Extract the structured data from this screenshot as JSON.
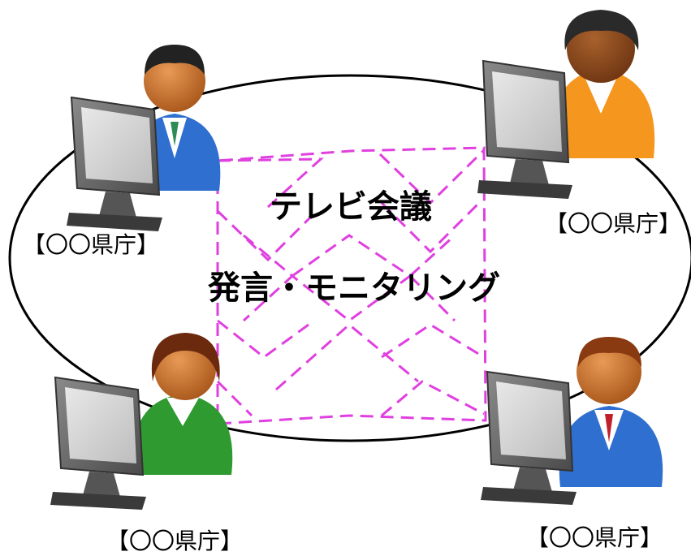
{
  "diagram": {
    "title": "テレビ会議",
    "subtitle": "発言・モニタリング",
    "participants": [
      {
        "label": "【〇〇県庁】",
        "shirt": "#2f6fd0"
      },
      {
        "label": "【〇〇県庁】",
        "shirt": "#f5961e"
      },
      {
        "label": "【〇〇県庁】",
        "shirt": "#2e9a30"
      },
      {
        "label": "【〇〇県庁】",
        "shirt": "#2f6fd0"
      }
    ],
    "colors": {
      "dash": "#e040e0",
      "ellipse": "#000000",
      "skin": "#d2761e"
    }
  }
}
